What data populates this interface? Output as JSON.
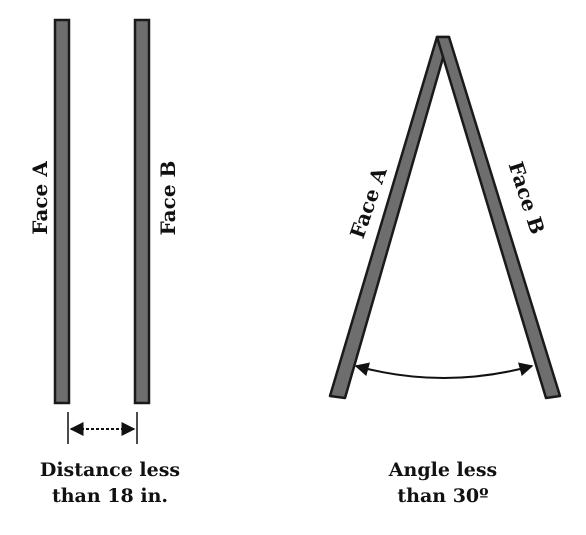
{
  "parallel_panel": {
    "face_a_label": "Face A",
    "face_b_label": "Face B",
    "caption_line1": "Distance less",
    "caption_line2": "than 18 in."
  },
  "angle_panel": {
    "face_a_label": "Face A",
    "face_b_label": "Face B",
    "caption_line1": "Angle less",
    "caption_line2": "than 30º"
  },
  "colors": {
    "bar_fill": "#6e6e6e",
    "bar_edge": "#1a1a1a",
    "ink": "#111111",
    "background": "#ffffff"
  }
}
